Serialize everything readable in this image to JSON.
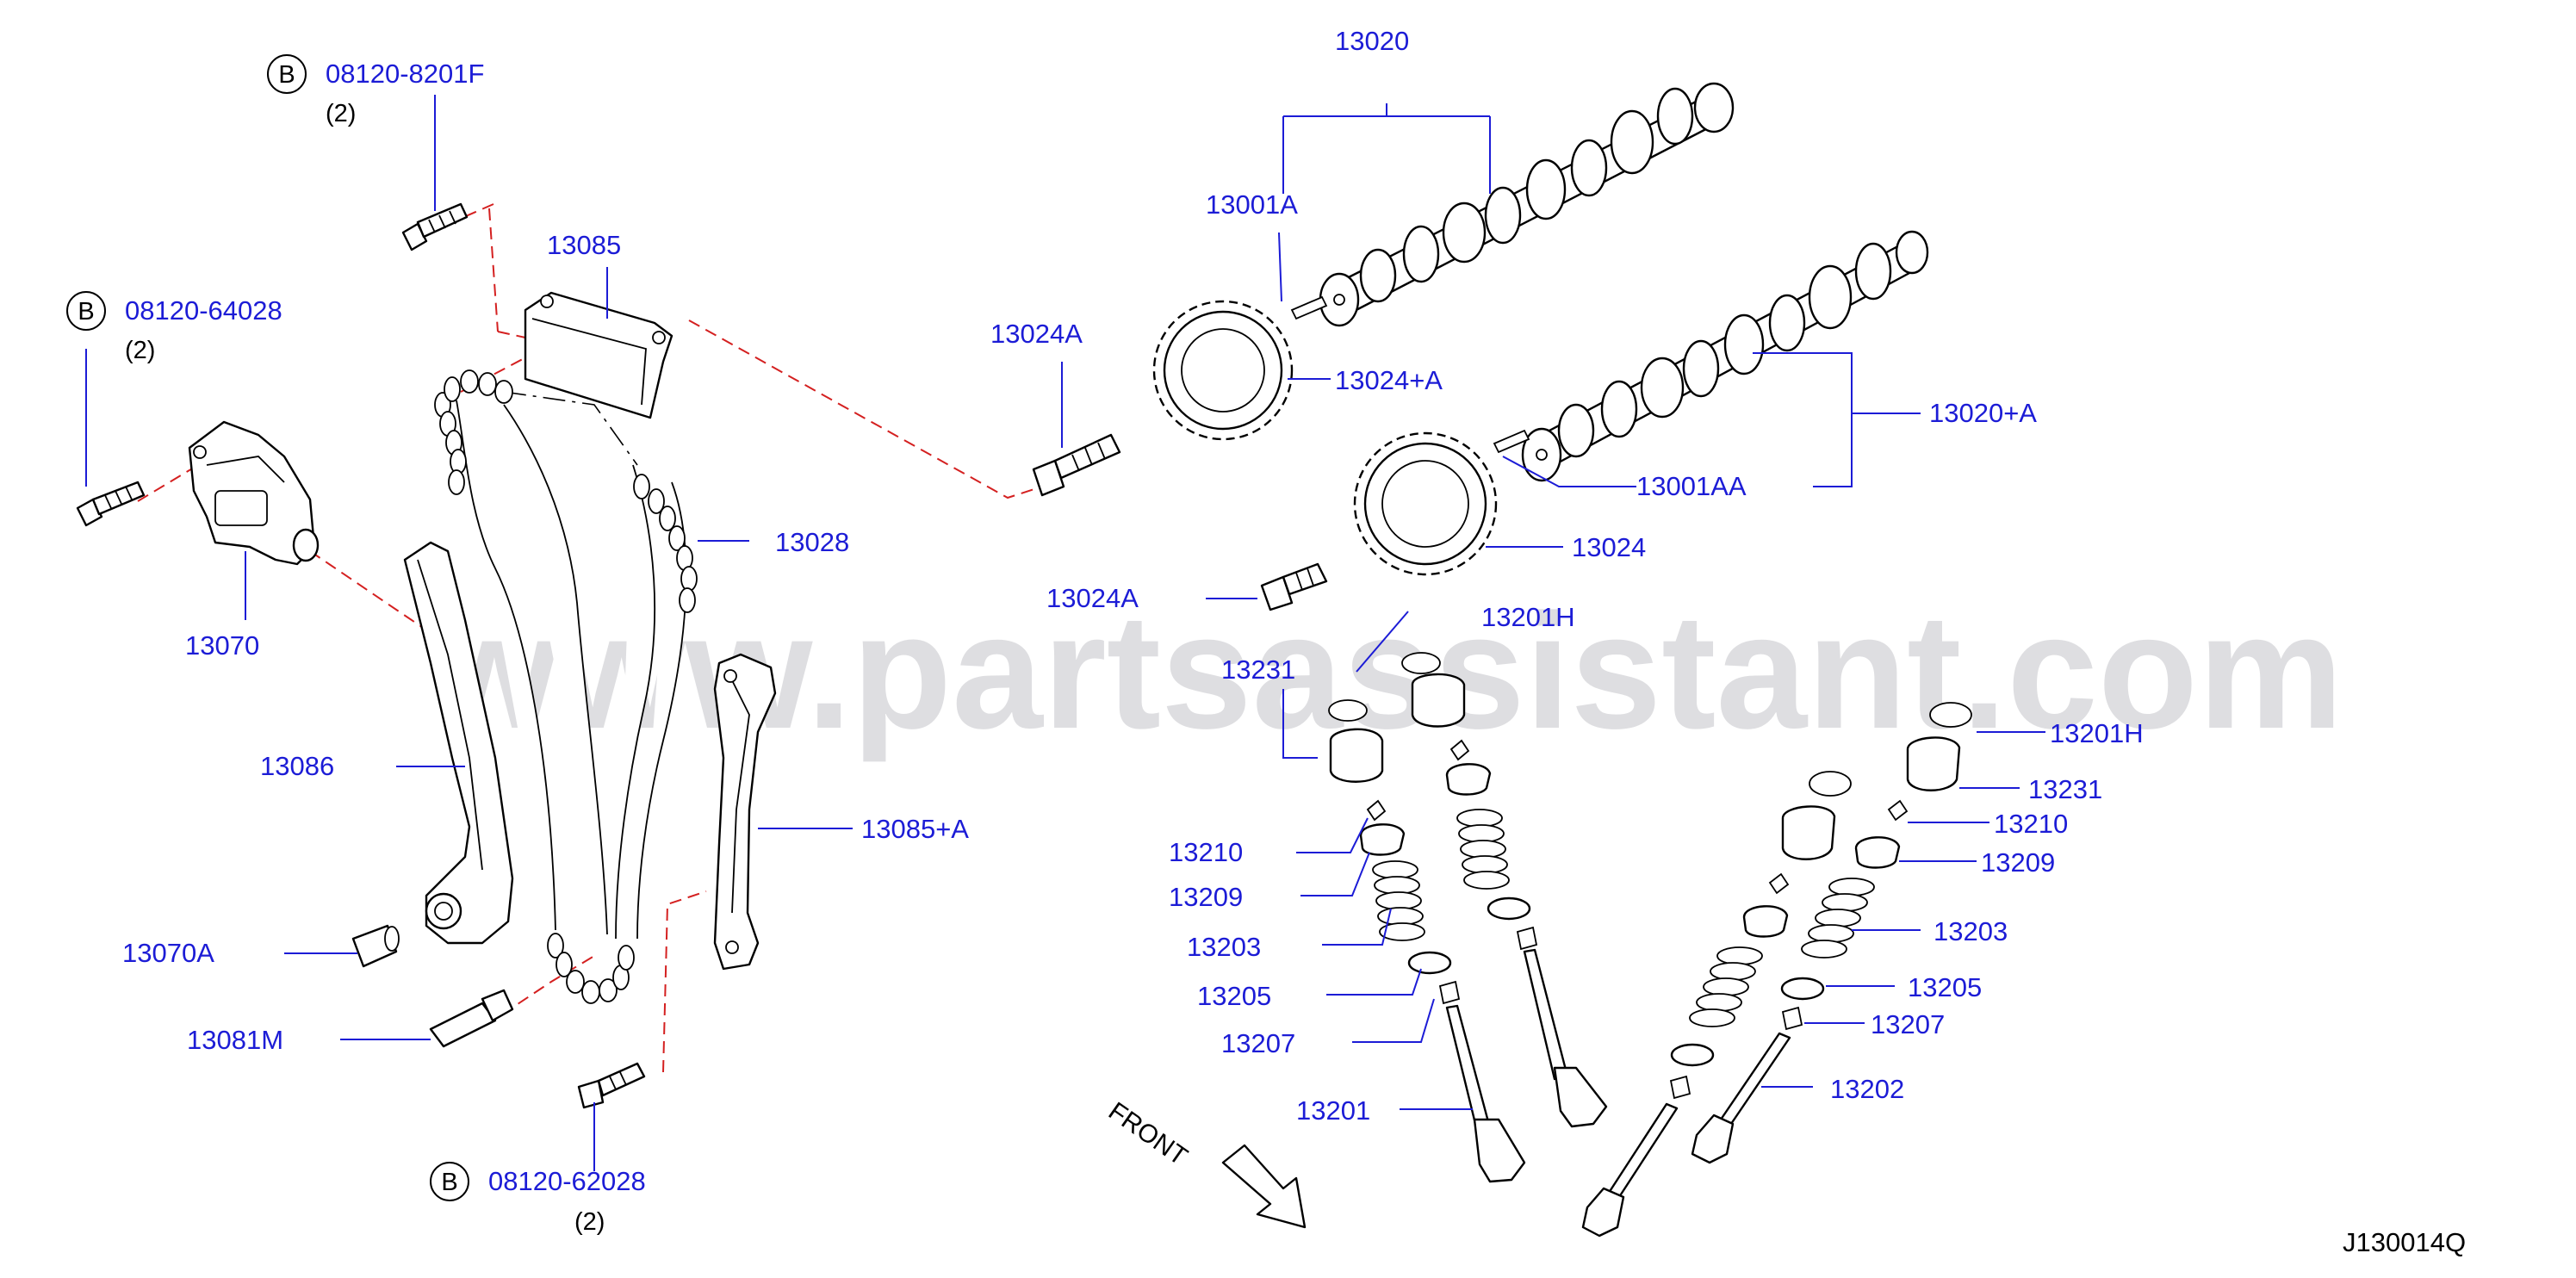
{
  "watermark": "www.partsassistant.com",
  "diagram_code": "J130014Q",
  "front_label": "FRONT",
  "bolt_callouts": [
    {
      "letter": "B",
      "part": "08120-8201F",
      "qty": "(2)"
    },
    {
      "letter": "B",
      "part": "08120-64028",
      "qty": "(2)"
    },
    {
      "letter": "B",
      "part": "08120-62028",
      "qty": "(2)"
    }
  ],
  "parts": {
    "p13020": "13020",
    "p13001A": "13001A",
    "p13024A_top": "13024A",
    "p13024plusA": "13024+A",
    "p13020plusA": "13020+A",
    "p13001AA": "13001AA",
    "p13024": "13024",
    "p13024A_mid": "13024A",
    "p13085": "13085",
    "p13028": "13028",
    "p13070": "13070",
    "p13086": "13086",
    "p13085plusA": "13085+A",
    "p13070A": "13070A",
    "p13081M": "13081M",
    "l13201H": "13201H",
    "l13231": "13231",
    "l13210": "13210",
    "l13209": "13209",
    "l13203": "13203",
    "l13205": "13205",
    "l13207": "13207",
    "l13201": "13201",
    "r13201H": "13201H",
    "r13231": "13231",
    "r13210": "13210",
    "r13209": "13209",
    "r13203": "13203",
    "r13205": "13205",
    "r13207": "13207",
    "r13202": "13202"
  }
}
